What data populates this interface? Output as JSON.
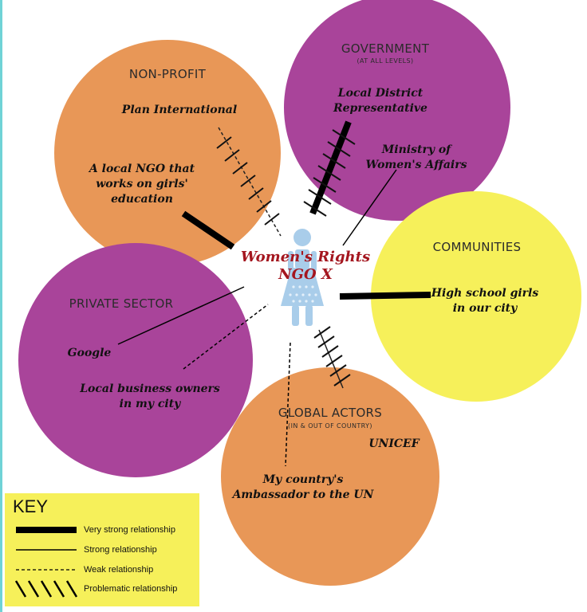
{
  "colors": {
    "orange": "#e89757",
    "purple": "#a9449a",
    "yellow": "#f6f05a",
    "center_text": "#a4161f",
    "figure": "#a9cdea",
    "edge_strip": "#6fd3d6"
  },
  "center": {
    "line1": "Women's Rights",
    "line2": "NGO X",
    "icon": "woman-figure-icon"
  },
  "groups": {
    "nonprofit": {
      "title": "NON-PROFIT",
      "actor1": "Plan International",
      "actor2_line1": "A local NGO that",
      "actor2_line2": "works on girls'",
      "actor2_line3": "education"
    },
    "government": {
      "title": "GOVERNMENT",
      "subtitle": "(AT ALL LEVELS)",
      "actor1_line1": "Local District",
      "actor1_line2": "Representative",
      "actor2_line1": "Ministry of",
      "actor2_line2": "Women's Affairs"
    },
    "communities": {
      "title": "COMMUNITIES",
      "actor1_line1": "High school girls",
      "actor1_line2": "in our city"
    },
    "private": {
      "title": "PRIVATE SECTOR",
      "actor1": "Google",
      "actor2_line1": "Local business owners",
      "actor2_line2": "in my city"
    },
    "global": {
      "title": "GLOBAL ACTORS",
      "subtitle": "(IN & OUT OF COUNTRY)",
      "actor1": "UNICEF",
      "actor2_line1": "My country's",
      "actor2_line2": "Ambassador to the UN"
    }
  },
  "key": {
    "title": "KEY",
    "very_strong": "Very strong relationship",
    "strong": "Strong relationship",
    "weak": "Weak relationship",
    "problematic": "Problematic relationship"
  }
}
